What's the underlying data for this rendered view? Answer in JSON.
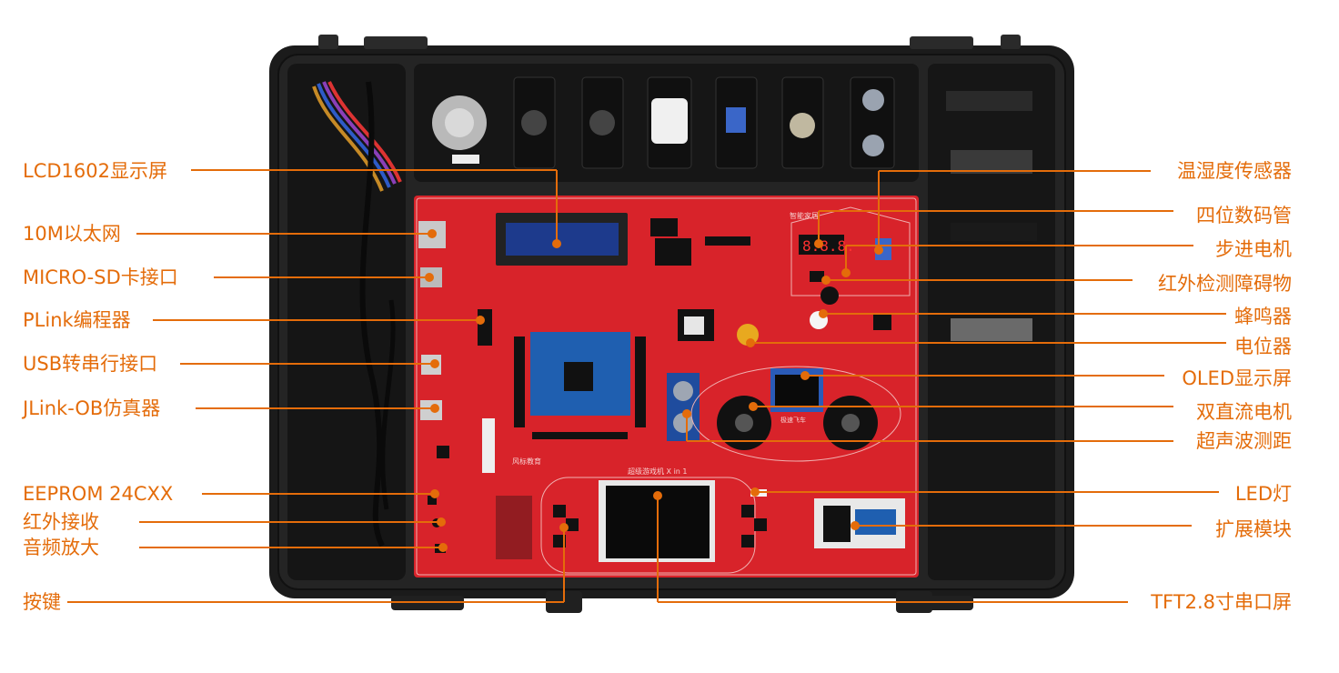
{
  "callouts": {
    "left": [
      {
        "id": "lcd1602",
        "text": "LCD1602显示屏"
      },
      {
        "id": "ethernet",
        "text": "10M以太网"
      },
      {
        "id": "microsd",
        "text": "MICRO-SD卡接口"
      },
      {
        "id": "plink",
        "text": "PLink编程器"
      },
      {
        "id": "usb-serial",
        "text": "USB转串行接口"
      },
      {
        "id": "jlink",
        "text": "JLink-OB仿真器"
      },
      {
        "id": "eeprom",
        "text": "EEPROM  24CXX"
      },
      {
        "id": "ir-receiver",
        "text": "红外接收"
      },
      {
        "id": "audio-amp",
        "text": "音频放大"
      },
      {
        "id": "keys",
        "text": "按键"
      }
    ],
    "right": [
      {
        "id": "temp-humidity",
        "text": "温湿度传感器"
      },
      {
        "id": "seven-seg",
        "text": "四位数码管"
      },
      {
        "id": "stepper",
        "text": "步进电机"
      },
      {
        "id": "ir-obstacle",
        "text": "红外检测障碍物"
      },
      {
        "id": "buzzer",
        "text": "蜂鸣器"
      },
      {
        "id": "potentiometer",
        "text": "电位器"
      },
      {
        "id": "oled",
        "text": "OLED显示屏"
      },
      {
        "id": "dc-motor",
        "text": "双直流电机"
      },
      {
        "id": "ultrasonic",
        "text": "超声波测距"
      },
      {
        "id": "led",
        "text": "LED灯"
      },
      {
        "id": "expansion",
        "text": "扩展模块"
      },
      {
        "id": "tft",
        "text": "TFT2.8寸串口屏"
      }
    ]
  },
  "board": {
    "silk_top": "智能家居",
    "silk_game": "超级游戏机 X in 1",
    "silk_fly": "极速飞车",
    "silk_brand": "风标教育",
    "seg_digits": "8.8.8."
  },
  "colors": {
    "callout": "#e46c0a",
    "case": "#1b1b1b",
    "board": "#d8232a",
    "lcd": "#1d3a8c",
    "mcu": "#1f5fb0"
  }
}
